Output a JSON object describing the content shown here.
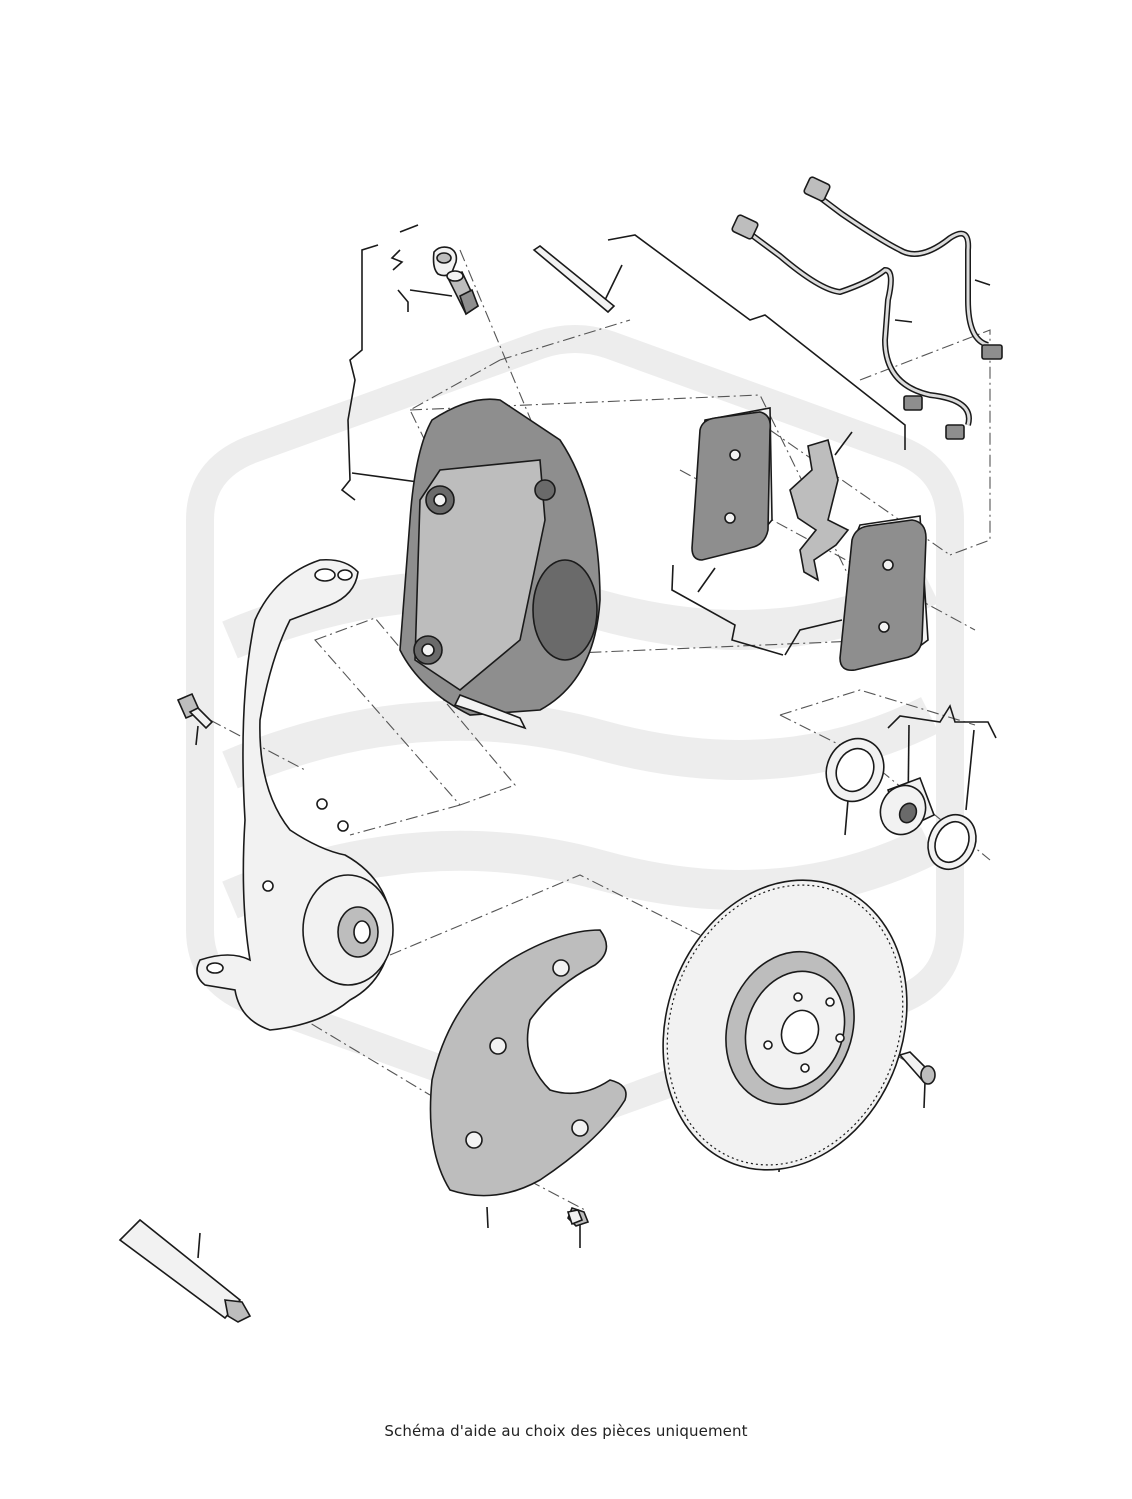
{
  "caption": "Schéma d'aide au choix des pièces uniquement",
  "colors": {
    "line": "#1a1a1a",
    "part_shade": "#9a9a9a",
    "part_light": "#f2f2f2",
    "watermark": "#ececec"
  },
  "parts": [
    {
      "id": "bleeder-cap",
      "icon": "bleeder-cap-icon"
    },
    {
      "id": "bleeder-screw",
      "icon": "bleeder-screw-icon"
    },
    {
      "id": "guide-pin",
      "icon": "pin-icon"
    },
    {
      "id": "wear-sensor-wires",
      "icon": "sensor-wire-icon"
    },
    {
      "id": "brake-caliper",
      "icon": "caliper-icon"
    },
    {
      "id": "brake-pads",
      "icon": "brake-pad-icon"
    },
    {
      "id": "pad-spring-clip",
      "icon": "spring-clip-icon"
    },
    {
      "id": "steering-knuckle",
      "icon": "knuckle-icon"
    },
    {
      "id": "knuckle-bolt",
      "icon": "bolt-icon"
    },
    {
      "id": "wheel-bearing-set",
      "icon": "bearing-icon"
    },
    {
      "id": "splash-shield",
      "icon": "shield-plate-icon"
    },
    {
      "id": "shield-screw",
      "icon": "screw-icon"
    },
    {
      "id": "brake-disc",
      "icon": "brake-disc-icon"
    },
    {
      "id": "disc-screw",
      "icon": "screw-icon"
    },
    {
      "id": "grease-tube",
      "icon": "grease-tube-icon"
    }
  ]
}
